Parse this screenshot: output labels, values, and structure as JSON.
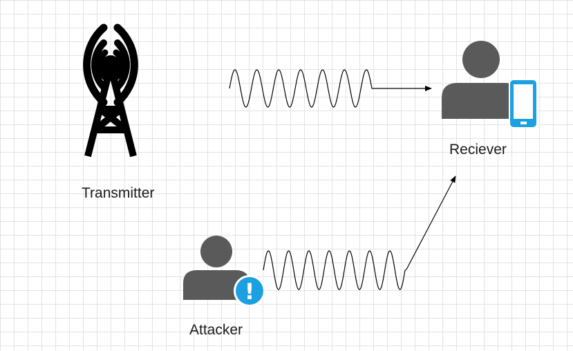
{
  "nodes": {
    "transmitter": {
      "label": "Transmitter",
      "icon": "radio-tower-icon"
    },
    "receiver": {
      "label": "Reciever",
      "icon": "user-icon",
      "device_icon": "smartphone-icon"
    },
    "attacker": {
      "label": "Attacker",
      "icon": "user-icon",
      "badge_icon": "exclamation-badge-icon",
      "badge_glyph": "!"
    }
  },
  "edges": [
    {
      "from": "transmitter",
      "to": "receiver",
      "style": "sine-wave-arrow"
    },
    {
      "from": "attacker",
      "to": "receiver",
      "style": "sine-wave-arrow"
    }
  ],
  "colors": {
    "icon_dark": "#5a5a5a",
    "accent_blue": "#1ba1e2",
    "line": "#000000",
    "grid": "#e3e3e3"
  }
}
